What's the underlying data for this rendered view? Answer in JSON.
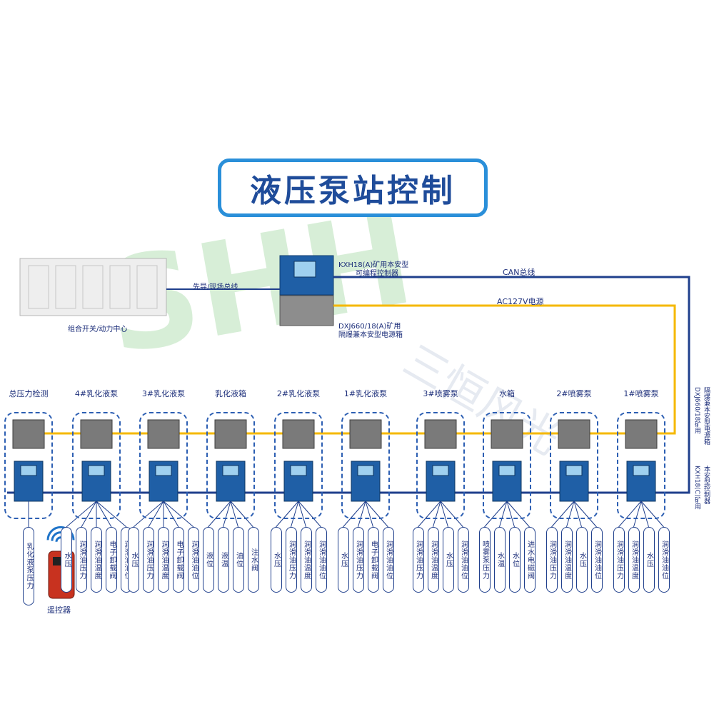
{
  "title": "液压泵站控制",
  "watermark": {
    "logo_text": "SHH",
    "company_text": "三恒风光"
  },
  "top_devices": {
    "power_center": "组合开关/动力中心",
    "controller": [
      "KXH18(A)矿用本安型",
      "可编程控制器"
    ],
    "power_box": [
      "DXJ660/18(A)矿用",
      "隔爆兼本安型电源箱"
    ],
    "pilot_bus": "先导/现场总线",
    "can_bus": "CAN总线",
    "ac_power": "AC127V电源"
  },
  "side_labels": {
    "power_box": [
      "DXJ660/18矿用",
      "隔爆兼本安型电源箱"
    ],
    "controller": [
      "KXH18(C)矿用",
      "本安型控制器"
    ]
  },
  "remote": {
    "label": "遥控器"
  },
  "nodes": [
    {
      "label": "总压力检测",
      "sensors": [
        "乳化液泵压力"
      ]
    },
    {
      "label": "4#乳化液泵",
      "sensors": [
        "水压",
        "润滑油压力",
        "润滑油温度",
        "电子卸载阀",
        "润滑油油位"
      ]
    },
    {
      "label": "3#乳化液泵",
      "sensors": [
        "水压",
        "润滑油压力",
        "润滑油温度",
        "电子卸载阀",
        "润滑油油位"
      ]
    },
    {
      "label": "乳化液箱",
      "sensors": [
        "液位",
        "液温",
        "油位",
        "注水阀"
      ]
    },
    {
      "label": "2#乳化液泵",
      "sensors": [
        "水压",
        "润滑油压力",
        "润滑油温度",
        "润滑油油位"
      ]
    },
    {
      "label": "1#乳化液泵",
      "sensors": [
        "水压",
        "润滑油压力",
        "电子卸载阀",
        "润滑油油位"
      ]
    },
    {
      "label": "3#喷雾泵",
      "sensors": [
        "润滑油压力",
        "润滑油温度",
        "水压",
        "润滑油油位"
      ]
    },
    {
      "label": "水箱",
      "sensors": [
        "喷雾泵压力",
        "水温",
        "水位",
        "进水电磁阀"
      ]
    },
    {
      "label": "2#喷雾泵",
      "sensors": [
        "润滑油压力",
        "润滑油温度",
        "水压",
        "润滑油油位"
      ]
    },
    {
      "label": "1#喷雾泵",
      "sensors": [
        "润滑油压力",
        "润滑油温度",
        "水压",
        "润滑油油位"
      ]
    }
  ],
  "colors": {
    "can_line": "#1f3f8c",
    "ac_line": "#f5b800",
    "frame": "#2d5fb3",
    "title_border": "#2a8fd9"
  }
}
